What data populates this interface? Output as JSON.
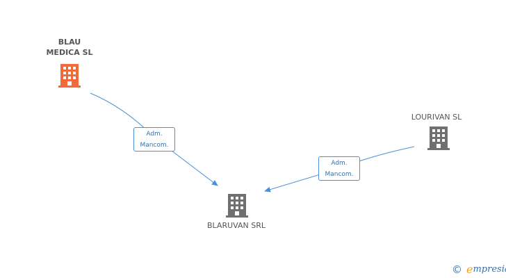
{
  "nodes": [
    {
      "id": "blau",
      "label": "BLAU\nMEDICA SL",
      "color": "#f26a3a",
      "bold": true
    },
    {
      "id": "lourivan",
      "label": "LOURIVAN SL",
      "color": "#707070",
      "bold": false
    },
    {
      "id": "blaruvan",
      "label": "BLARUVAN SRL",
      "color": "#707070",
      "bold": false
    }
  ],
  "edges": [
    {
      "from": "blau",
      "to": "blaruvan",
      "label_line1": "Adm.",
      "label_line2": "Mancom."
    },
    {
      "from": "lourivan",
      "to": "blaruvan",
      "label_line1": "Adm.",
      "label_line2": "Mancom."
    }
  ],
  "edge_color": "#4a8fd8",
  "watermark": {
    "copyright": "©",
    "brand_initial": "e",
    "brand_rest": "mpresia"
  }
}
